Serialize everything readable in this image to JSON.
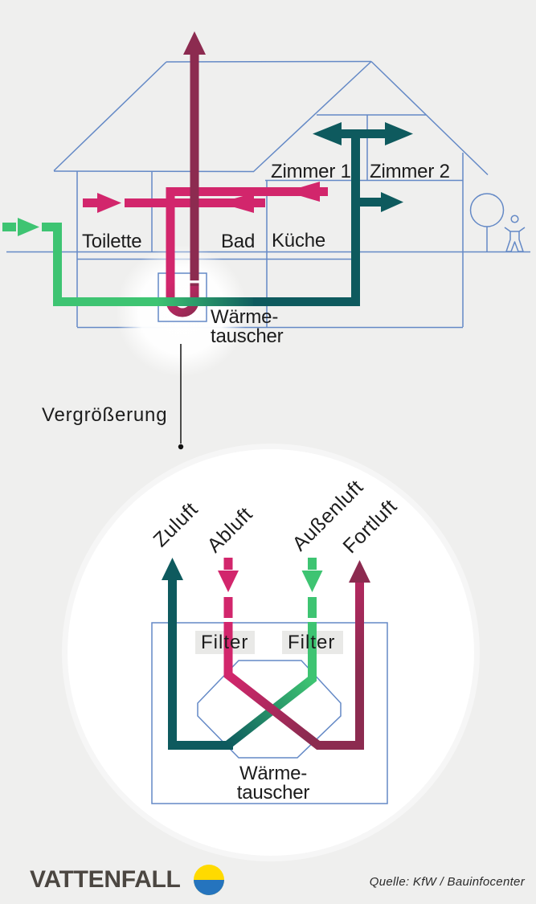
{
  "palette": {
    "background": "#EFEFEE",
    "outline_blue": "#6489C6",
    "supply_teal": "#0E5A5E",
    "extract_pink": "#D2266C",
    "outdoor_green": "#3EC472",
    "exhaust_maroon": "#8C2B50",
    "brand_text": "#4B4641",
    "logo_yellow": "#FFDA00",
    "logo_blue": "#2574BE"
  },
  "house": {
    "rooms": {
      "toilette": "Toilette",
      "bad": "Bad",
      "kueche": "Küche",
      "zimmer1": "Zimmer 1",
      "zimmer2": "Zimmer 2"
    },
    "heat_exchanger": {
      "line1": "Wärme-",
      "line2": "tauscher"
    }
  },
  "magnifier": {
    "label": "Vergrößerung"
  },
  "detail": {
    "flows": {
      "zuluft": "Zuluft",
      "abluft": "Abluft",
      "aussenluft": "Außenluft",
      "fortluft": "Fortluft"
    },
    "filter_label": "Filter",
    "heat_exchanger": {
      "line1": "Wärme-",
      "line2": "tauscher"
    }
  },
  "footer": {
    "brand": "VATTENFALL",
    "source": "Quelle: KfW / Bauinfocenter"
  }
}
